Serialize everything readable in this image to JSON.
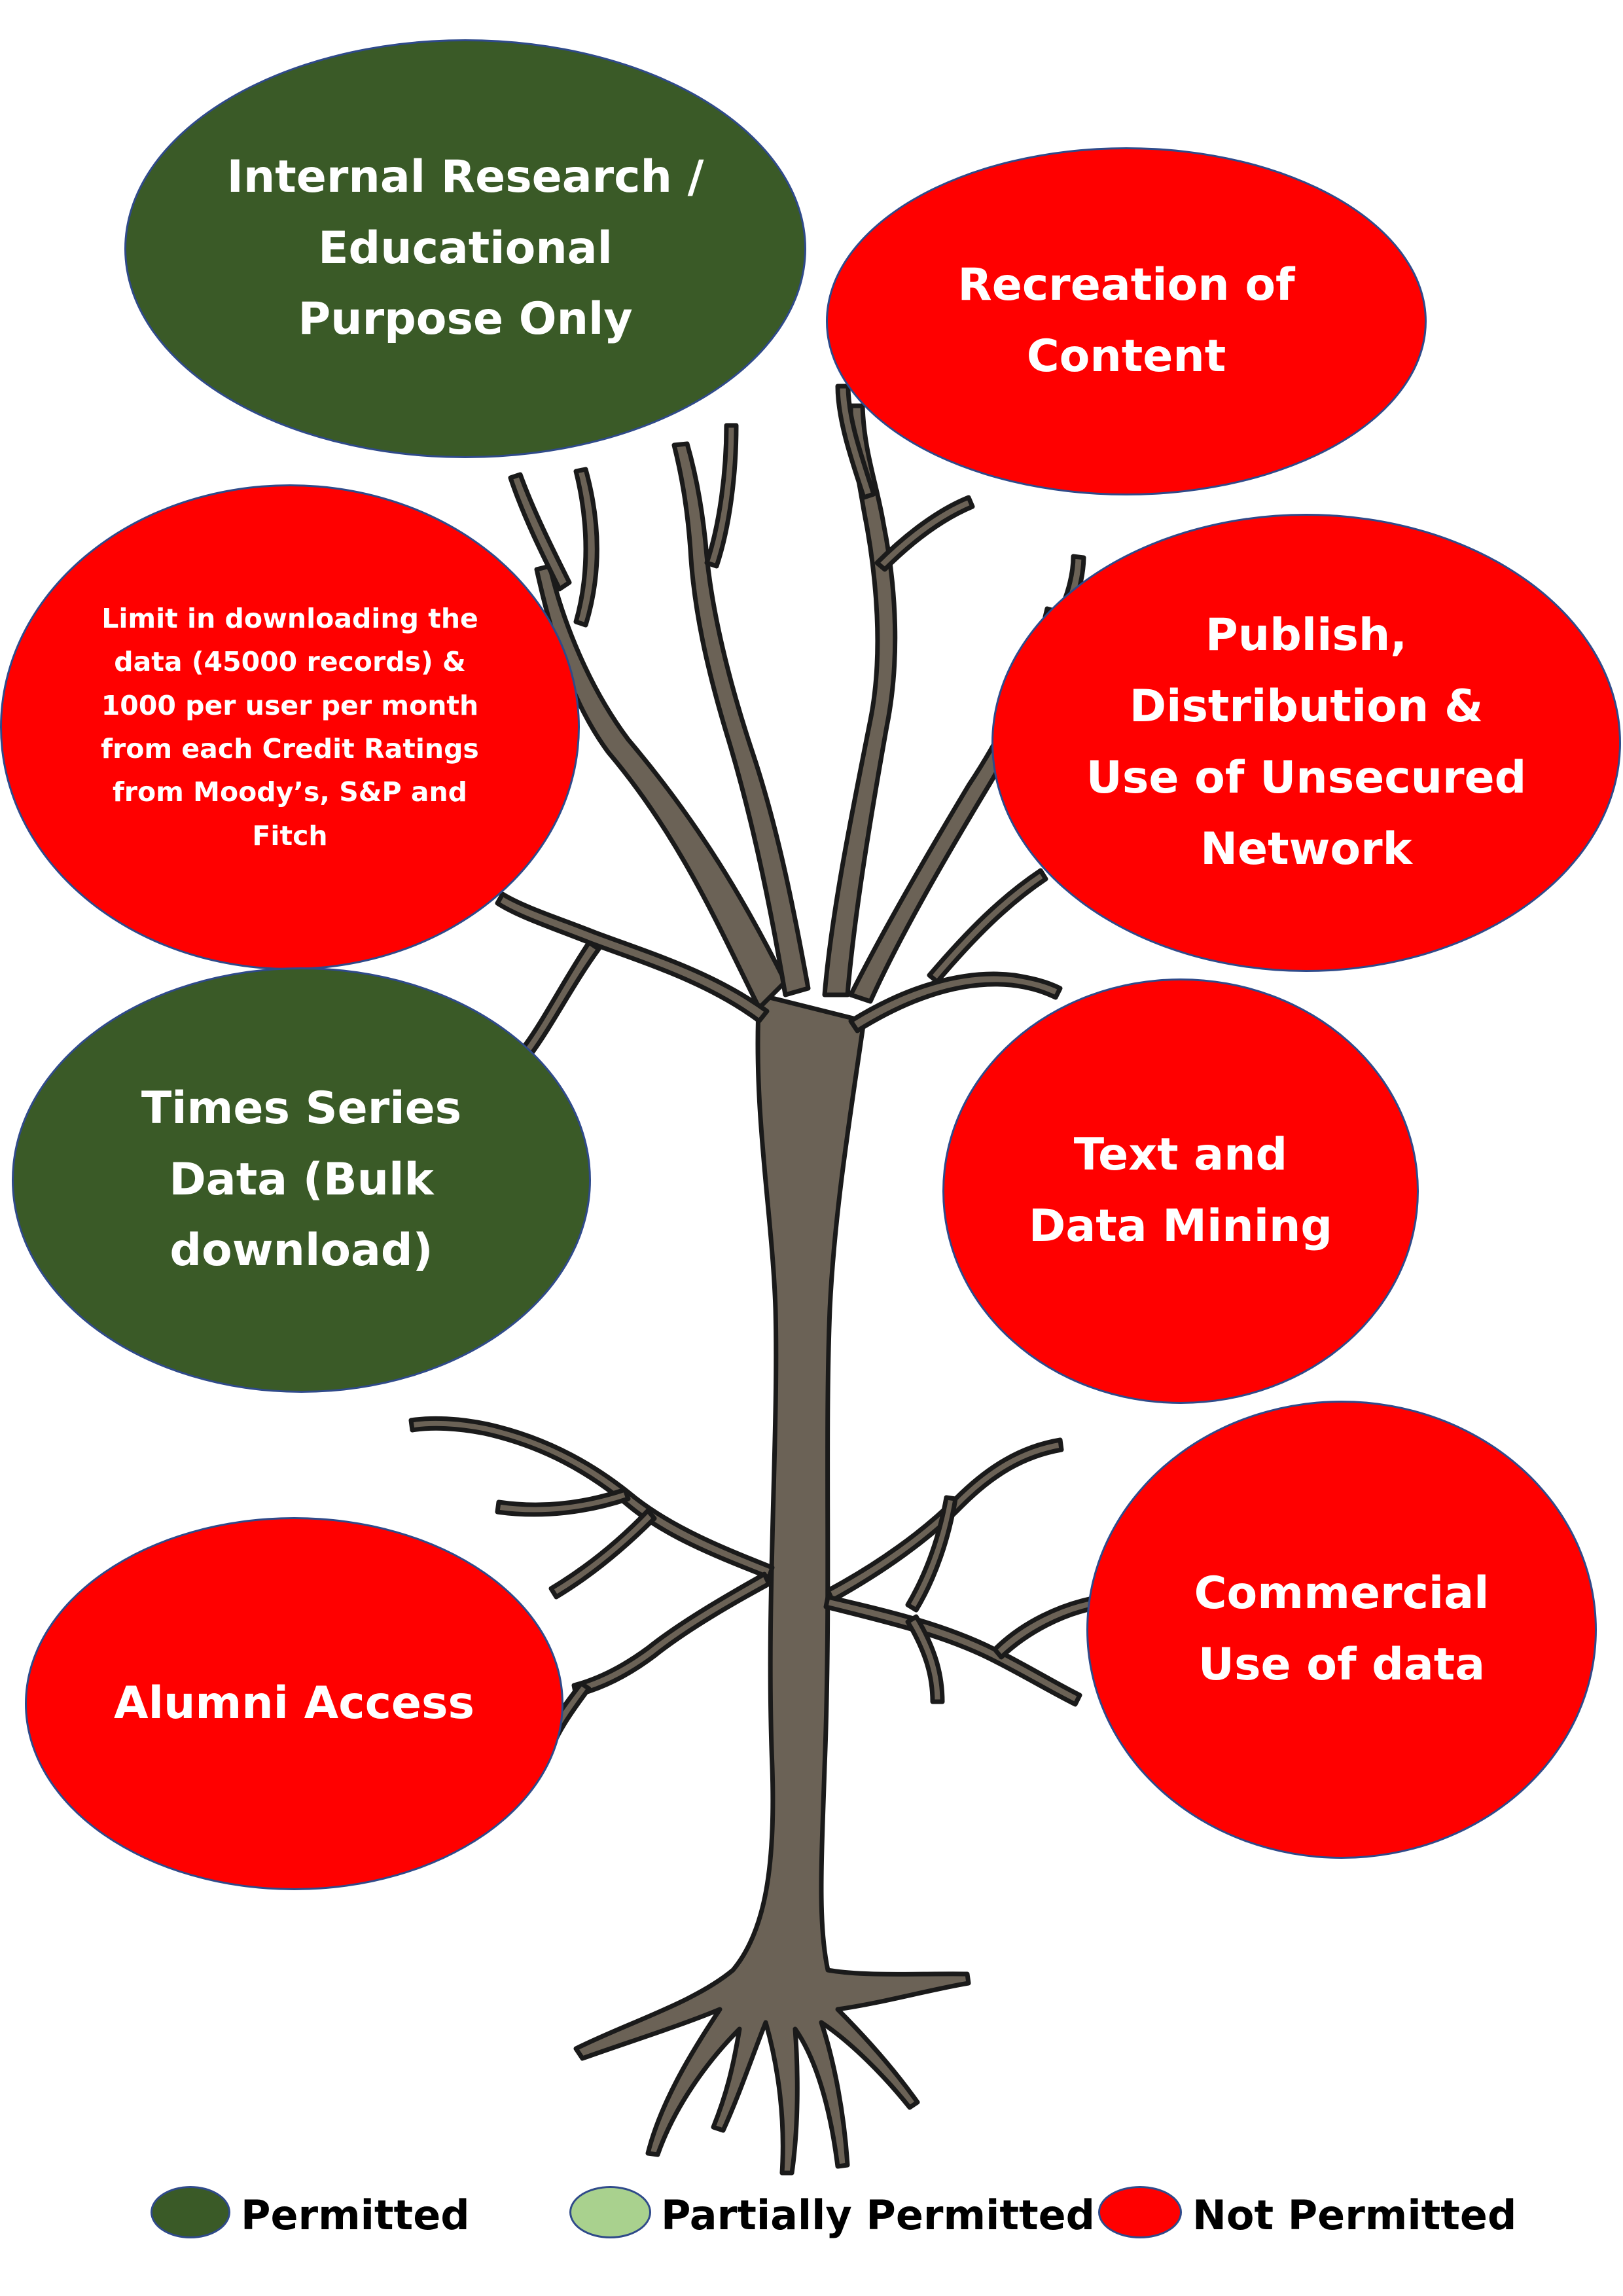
{
  "colors": {
    "permitted": "#3a5a27",
    "partially_permitted": "#a9d18e",
    "not_permitted": "#ff0000",
    "trunk": "#6b6256"
  },
  "bubbles": [
    {
      "id": "internal-research",
      "status": "permitted",
      "text": "Internal Research /\nEducational\nPurpose Only"
    },
    {
      "id": "recreation-of-content",
      "status": "not_permitted",
      "text": "Recreation of\nContent"
    },
    {
      "id": "download-limit",
      "status": "not_permitted",
      "text": "Limit in downloading the\ndata (45000 records) &\n1000 per user per month\nfrom  each Credit Ratings\nfrom Moody’s, S&P and\nFitch"
    },
    {
      "id": "publish-distribution",
      "status": "not_permitted",
      "text": "Publish,\nDistribution &\nUse of Unsecured\nNetwork"
    },
    {
      "id": "time-series-data",
      "status": "permitted",
      "text": "Times Series\nData (Bulk\ndownload)"
    },
    {
      "id": "text-data-mining",
      "status": "not_permitted",
      "text": "Text and\nData Mining"
    },
    {
      "id": "alumni-access",
      "status": "not_permitted",
      "text": "Alumni Access"
    },
    {
      "id": "commercial-use",
      "status": "not_permitted",
      "text": "Commercial\nUse of data"
    }
  ],
  "legend": [
    {
      "status": "permitted",
      "label": "Permitted"
    },
    {
      "status": "partially_permitted",
      "label": "Partially Permitted"
    },
    {
      "status": "not_permitted",
      "label": "Not Permitted"
    }
  ]
}
